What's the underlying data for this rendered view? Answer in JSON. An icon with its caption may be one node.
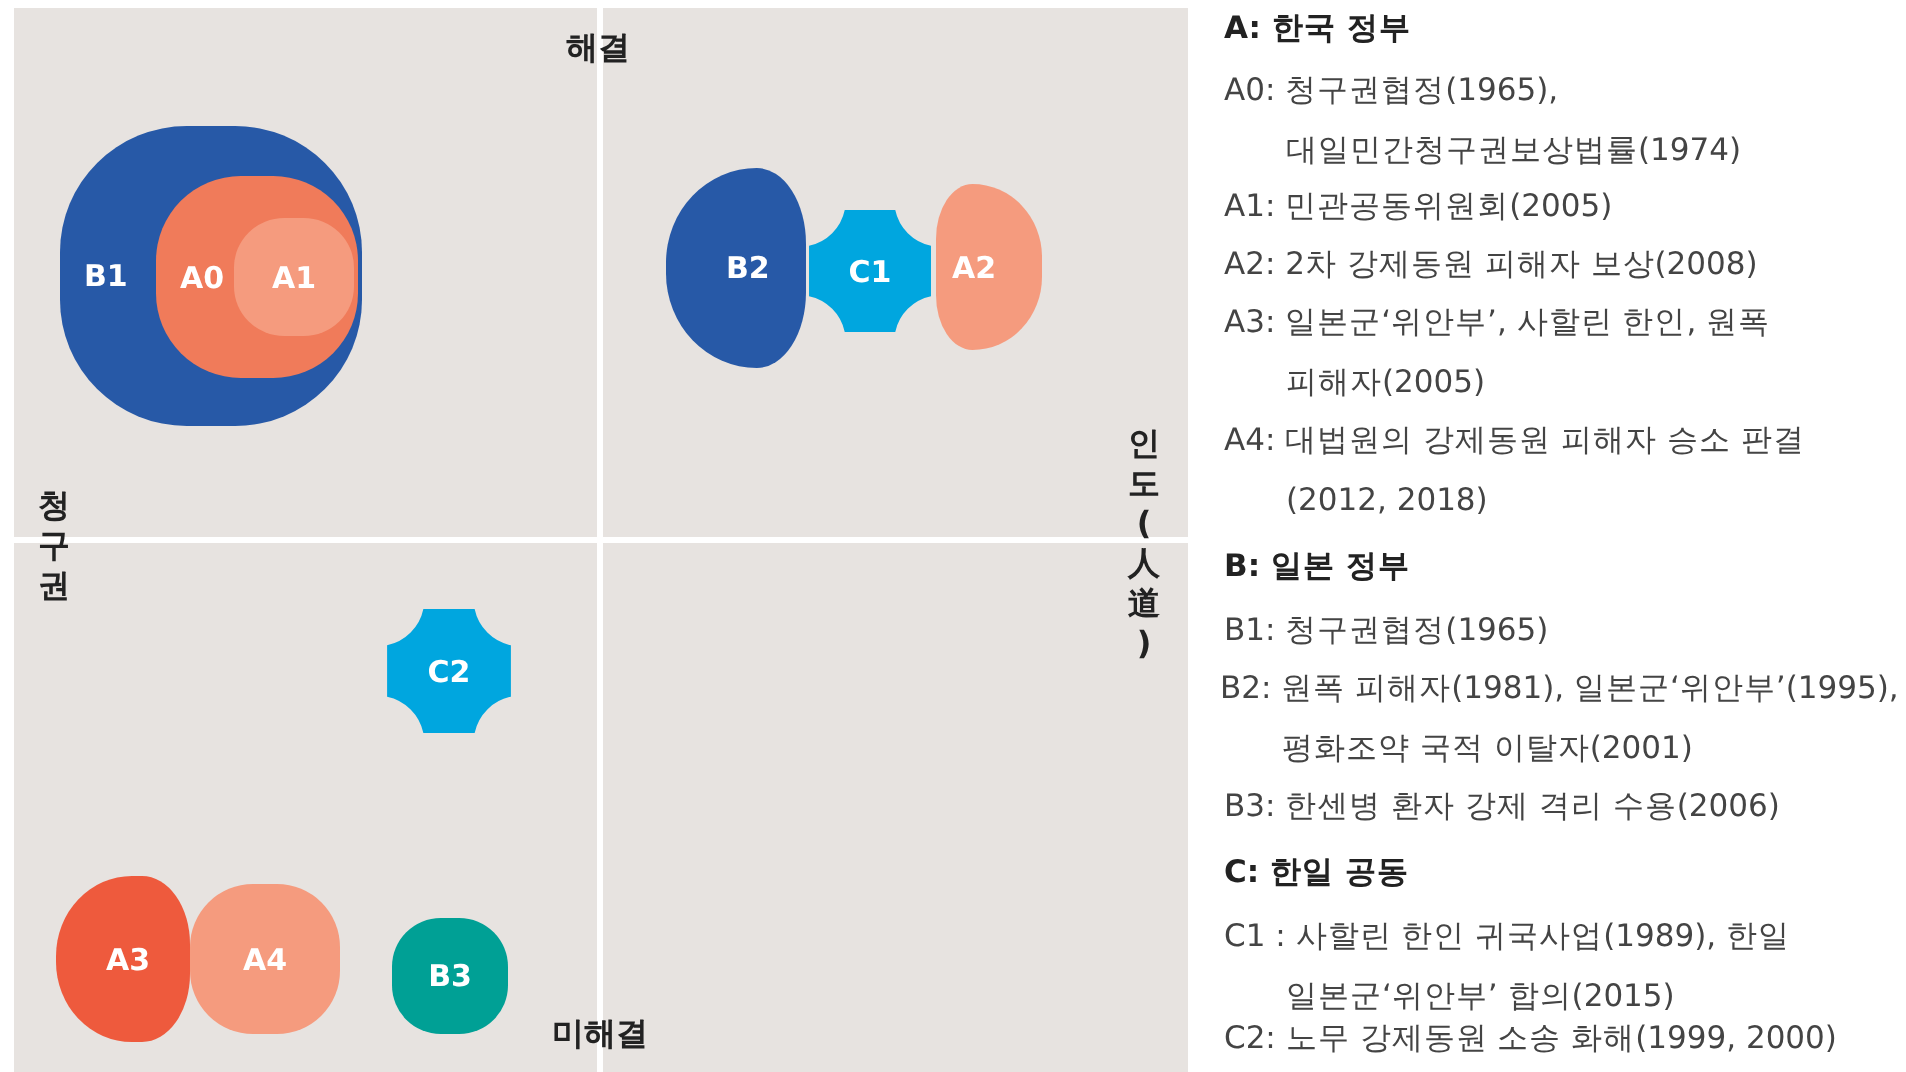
{
  "diagram": {
    "nodes": [
      {
        "text": [
          "B1"
        ]
      },
      {
        "text": [
          "A0"
        ],
        "in": 0
      },
      {
        "text": [
          "A1"
        ],
        "in": 1
      },
      {
        "text": [
          "B2"
        ]
      },
      {
        "text": [
          "C1"
        ]
      },
      {
        "text": [
          "A2"
        ]
      },
      {
        "text": [
          "C2"
        ]
      },
      {
        "text": [
          "A3"
        ]
      },
      {
        "text": [
          "A4"
        ]
      },
      {
        "text": [
          "B3"
        ]
      }
    ],
    "labels": [
      "해결",
      "청구권",
      "인도(人道)",
      "미해결",
      "A: 한국 정부",
      "A0: 청구권협정(1965), 대일민간청구권보상법률(1974)",
      "A1: 민관공동위원회(2005)",
      "A2: 2차 강제동원 피해자 보상(2008)",
      "A3: 일본군‘위안부’, 사할린 한인, 원폭 피해자(2005)",
      "A4: 대법원의 강제동원 피해자 승소 판결 (2012, 2018)",
      "B: 일본 정부",
      "B1: 청구권협정(1965)",
      "B2: 원폭 피해자(1981), 일본군‘위안부’(1995), 평화조약 국적 이탈자(2001)",
      "B3: 한센병 환자 강제 격리 수용(2006)",
      "C: 한일 공동",
      "C1 : 사할린 한인 귀국사업(1989), 한일 일본군‘위안부’ 합의(2015)",
      "C2: 노무 강제동원 소송 화해(1999, 2000)"
    ]
  }
}
